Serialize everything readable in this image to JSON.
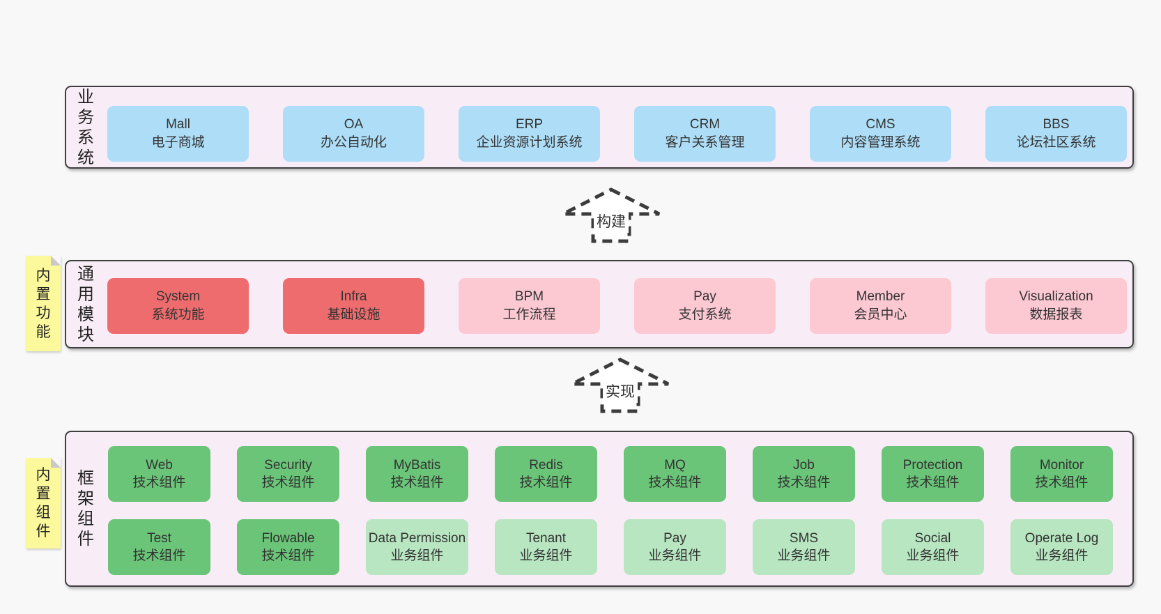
{
  "diagram": {
    "business": {
      "label": "业务系统",
      "items": [
        {
          "title": "Mall",
          "subtitle": "电子商城"
        },
        {
          "title": "OA",
          "subtitle": "办公自动化"
        },
        {
          "title": "ERP",
          "subtitle": "企业资源计划系统"
        },
        {
          "title": "CRM",
          "subtitle": "客户关系管理"
        },
        {
          "title": "CMS",
          "subtitle": "内容管理系统"
        },
        {
          "title": "BBS",
          "subtitle": "论坛社区系统"
        }
      ]
    },
    "arrow_build": {
      "label": "构建"
    },
    "modules": {
      "label": "通用模块",
      "sticky": "内置功能",
      "items": [
        {
          "title": "System",
          "subtitle": "系统功能"
        },
        {
          "title": "Infra",
          "subtitle": "基础设施"
        },
        {
          "title": "BPM",
          "subtitle": "工作流程"
        },
        {
          "title": "Pay",
          "subtitle": "支付系统"
        },
        {
          "title": "Member",
          "subtitle": "会员中心"
        },
        {
          "title": "Visualization",
          "subtitle": "数据报表"
        }
      ]
    },
    "arrow_implement": {
      "label": "实现"
    },
    "components": {
      "label": "框架组件",
      "sticky": "内置组件",
      "row1": [
        {
          "title": "Web",
          "subtitle": "技术组件"
        },
        {
          "title": "Security",
          "subtitle": "技术组件"
        },
        {
          "title": "MyBatis",
          "subtitle": "技术组件"
        },
        {
          "title": "Redis",
          "subtitle": "技术组件"
        },
        {
          "title": "MQ",
          "subtitle": "技术组件"
        },
        {
          "title": "Job",
          "subtitle": "技术组件"
        },
        {
          "title": "Protection",
          "subtitle": "技术组件"
        },
        {
          "title": "Monitor",
          "subtitle": "技术组件"
        }
      ],
      "row2": [
        {
          "title": "Test",
          "subtitle": "技术组件"
        },
        {
          "title": "Flowable",
          "subtitle": "技术组件"
        },
        {
          "title": "Data Permission",
          "subtitle": "业务组件"
        },
        {
          "title": "Tenant",
          "subtitle": "业务组件"
        },
        {
          "title": "Pay",
          "subtitle": "业务组件"
        },
        {
          "title": "SMS",
          "subtitle": "业务组件"
        },
        {
          "title": "Social",
          "subtitle": "业务组件"
        },
        {
          "title": "Operate Log",
          "subtitle": "业务组件"
        }
      ]
    }
  },
  "colors": {
    "page_bg": "#f8f8f8",
    "panel_bg": "#f8edf6",
    "panel_border": "#3f3f3f",
    "business_box": "#aedef7",
    "core_module_box": "#ef6c6e",
    "optional_module_box": "#fcc9d3",
    "tech_component_box": "#6ac578",
    "biz_component_box": "#b7e6c0",
    "sticky_note": "#fbf99c",
    "sticky_fold": "#c9c9c9",
    "text": "#333333",
    "arrow": "#3c3c3c"
  }
}
